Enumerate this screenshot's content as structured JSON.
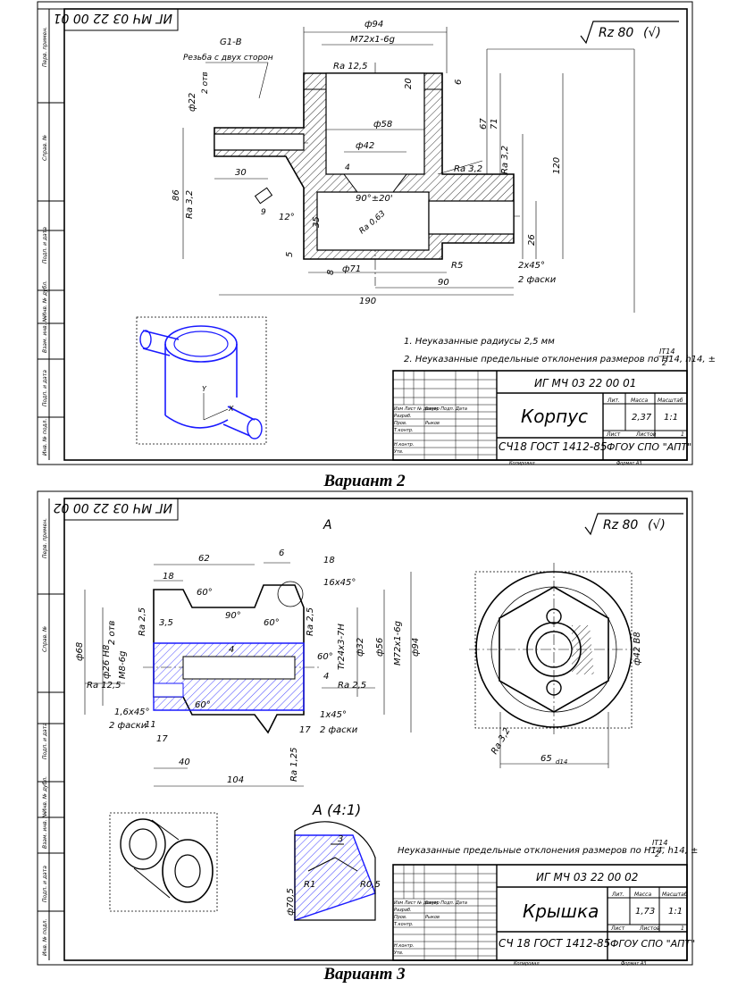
{
  "sheets": [
    {
      "caption": "Вариант 2",
      "designation_top": "ИГ МЧ 03 22 00 01",
      "designation": "ИГ МЧ 03 22 00 01",
      "part_name": "Корпус",
      "material": "СЧ18  ГОСТ 1412-85",
      "org": "ФГОУ СПО \"АПТ\"",
      "mass": "2,37",
      "scale": "1:1",
      "sheet_label": "Лист",
      "sheets_label": "Листов",
      "sheets_count": "1",
      "copied": "Копировал",
      "format": "Формат   А3",
      "surface_finish": "Rz 80",
      "notes": [
        "1. Неуказанные радиусы 2,5 мм",
        "2. Неуказанные предельные отклонения размеров по H14, h14, ±"
      ],
      "tolerance_frac_num": "IT14",
      "tolerance_frac_den": "2",
      "dims": {
        "d94": "ф94",
        "m72": "M72x1-6g",
        "ra125": "Ra 12,5",
        "thread": "G1-B",
        "thread_note": "Резьба с двух сторон",
        "d22": "ф22",
        "holes2": "2 отв",
        "d58": "ф58",
        "d42": "ф42",
        "d71": "ф71",
        "r5": "R5",
        "d20": "20",
        "d6": "6",
        "d67": "67",
        "d71v": "71",
        "d120": "120",
        "d30": "30",
        "d86": "86",
        "d35": "35",
        "d90": "90",
        "d190": "190",
        "d26": "26",
        "chamfer": "2x45°",
        "chamfers": "2 фаски",
        "angle": "90°±20'",
        "ra32a": "Ra 3,2",
        "ra32b": "Ra 3,2",
        "ra32c": "Ra 3,2",
        "ra063": "Ra 0,63",
        "a12": "12°",
        "d8": "8",
        "d5": "5",
        "d4": "4",
        "d9": "9"
      }
    },
    {
      "caption": "Вариант 3",
      "designation_top": "ИГ МЧ 03 22 00 02",
      "designation": "ИГ МЧ 03 22 00 02",
      "part_name": "Крышка",
      "material": "СЧ 18 ГОСТ 1412-85",
      "org": "ФГОУ СПО \"АПТ\"",
      "mass": "1,73",
      "scale": "1:1",
      "sheet_label": "Лист",
      "sheets_label": "Листов",
      "sheets_count": "1",
      "copied": "Копировал",
      "format": "Формат   А3",
      "surface_finish": "Rz 80",
      "notes": [
        "Неуказанные предельные отклонения размеров по H14, h14, ±"
      ],
      "tolerance_frac_num": "IT14",
      "tolerance_frac_den": "2",
      "dims": {
        "d62": "62",
        "d6": "6",
        "d18a": "18",
        "d18b": "18",
        "ch16": "16x45°",
        "a60a": "60°",
        "a60b": "60°",
        "a60c": "60°",
        "a60d": "60°",
        "a90": "90°",
        "d68": "ф68",
        "d26h8": "ф26 H8",
        "m8": "M8-6g",
        "holes2": "2 отв",
        "d35": "3,5",
        "ra125": "Ra 12,5",
        "ra25a": "Ra 2,5",
        "ra25b": "Ra 2,5",
        "ra25c": "Ra 2,5",
        "ra125b": "Ra 1,25",
        "tr": "Tr24x3-7H",
        "d32": "ф32",
        "d56": "ф56",
        "m72": "M72x1-6g",
        "d94": "ф94",
        "ch16b": "1,6x45°",
        "ch1": "1x45°",
        "chamfers": "2 фаски",
        "chamfers2": "2 фаски",
        "d11": "11",
        "d17a": "17",
        "d17b": "17",
        "d40": "40",
        "d104": "104",
        "d4": "4",
        "d4b": "4",
        "section": "A",
        "detail": "A (4:1)",
        "d3": "3",
        "r1": "R1",
        "r05": "R0,5",
        "d705": "ф70,5",
        "d42": "ф42 B8",
        "d65": "65",
        "d65sub": "d14",
        "ra32": "Ra 3,2"
      }
    }
  ]
}
